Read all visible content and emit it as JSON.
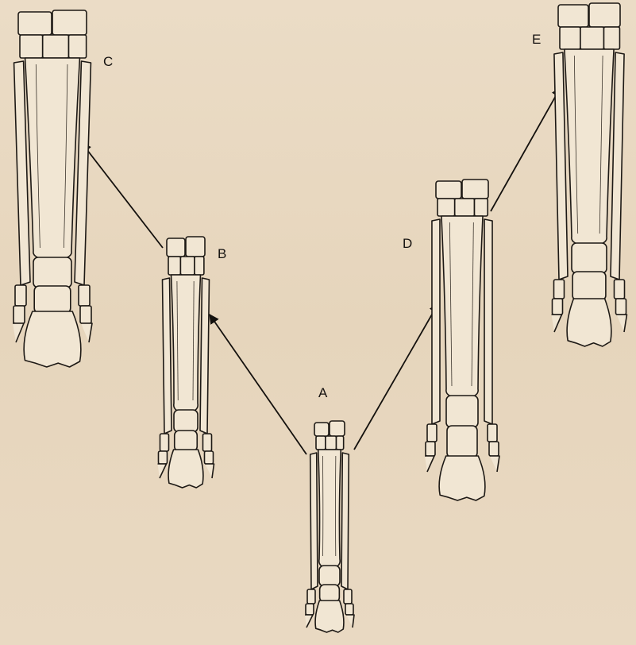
{
  "plate": {
    "labels": {
      "a": "A",
      "b": "B",
      "c": "C",
      "d": "D",
      "e": "E"
    }
  },
  "colors": {
    "paper": "#e8d8c0",
    "ink": "#1d1915",
    "bone": "#f1e6d3"
  }
}
